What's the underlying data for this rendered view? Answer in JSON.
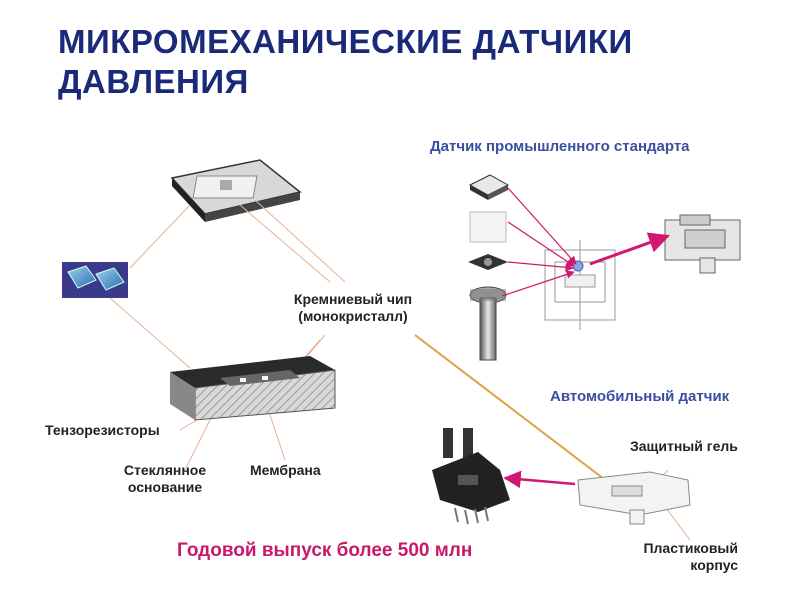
{
  "title": {
    "line1": "МИКРОМЕХАНИЧЕСКИЕ ДАТЧИКИ",
    "line2": "ДАВЛЕНИЯ"
  },
  "labels": {
    "industrial": "Датчик промышленного стандарта",
    "automotive": "Автомобильный датчик",
    "chip_line1": "Кремниевый чип",
    "chip_line2": "(монокристалл)",
    "strain": "Тензорезисторы",
    "glass_line1": "Стеклянное",
    "glass_line2": "основание",
    "membrane": "Мембрана",
    "gel": "Защитный гель",
    "case_line1": "Пластиковый",
    "case_line2": "корпус"
  },
  "footer": "Годовой выпуск более 500 млн",
  "colors": {
    "title": "#1a2a78",
    "label_blue": "#3a4fa0",
    "footer": "#c8186a",
    "arrow": "#d01870",
    "leader": "#e8b090",
    "gold_line": "#e0a040"
  }
}
